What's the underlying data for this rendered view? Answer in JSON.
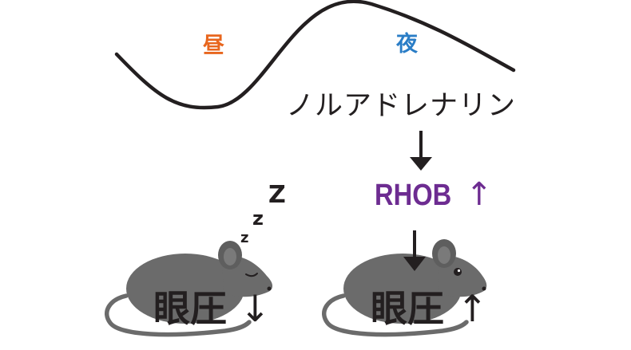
{
  "labels": {
    "day": "昼",
    "night": "夜",
    "noradrenaline": "ノルアドレナリン",
    "rhob": "RHOB",
    "rhob_arrow": "↑",
    "iop_sleeping": "眼圧",
    "iop_sleeping_arrow": "↓",
    "iop_active": "眼圧",
    "iop_active_arrow": "↑",
    "sleep_z": [
      "z",
      "z",
      "Z"
    ]
  },
  "colors": {
    "day": "#e8661e",
    "night": "#2a7dc6",
    "rhob": "#6d2c91",
    "mouse": "#6b6b6b",
    "line": "#231f20"
  },
  "icons": {
    "sleeping_mouse": "sleeping-mouse-icon",
    "awake_mouse": "awake-mouse-icon"
  }
}
